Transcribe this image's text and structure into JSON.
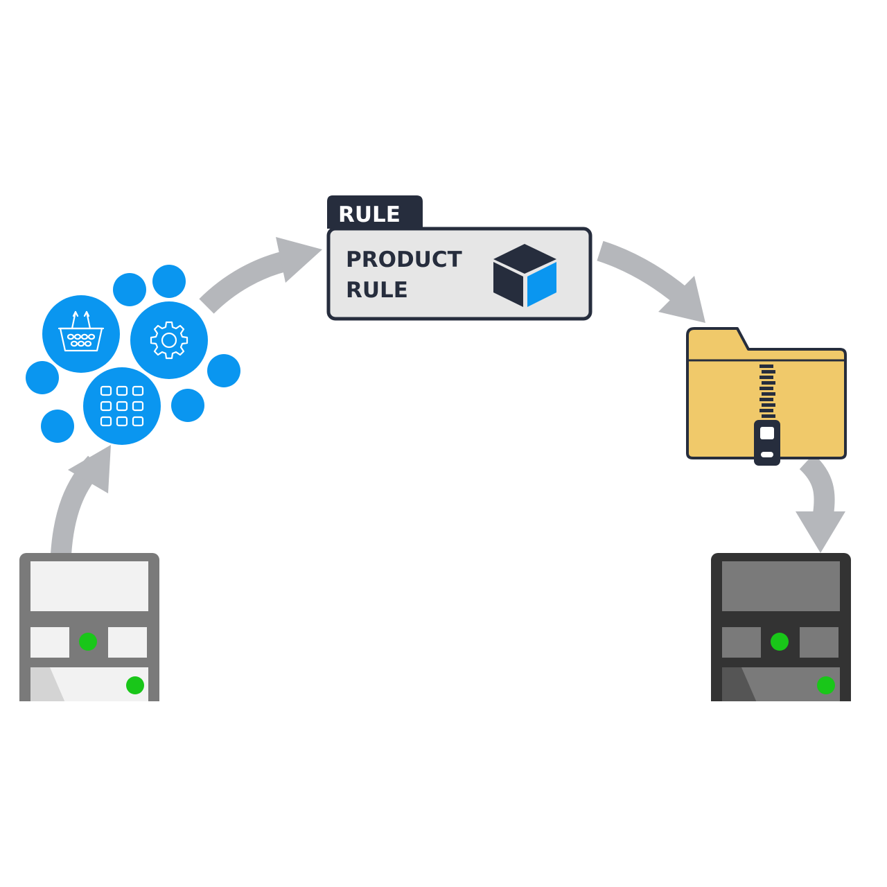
{
  "rule_card": {
    "tab_label": "RULE",
    "title_line_1": "PRODUCT",
    "title_line_2": "RULE"
  },
  "colors": {
    "arrow": "#b5b7bb",
    "blue": "#0a96f0",
    "navy": "#262d3d",
    "card_fill": "#e6e6e6",
    "folder": "#f0c96a",
    "folder_outline": "#262d3d",
    "source_server": "#7a7a7a",
    "source_panel": "#f2f2f2",
    "target_server": "#333333",
    "target_panel": "#7a7a7a",
    "led": "#19c619"
  },
  "icons": {
    "cluster": [
      "basket-icon",
      "gear-icon",
      "grid-icon"
    ],
    "rule": "cube-icon",
    "archive": "zip-folder-icon",
    "source": "source-server-icon",
    "target": "target-server-icon"
  }
}
